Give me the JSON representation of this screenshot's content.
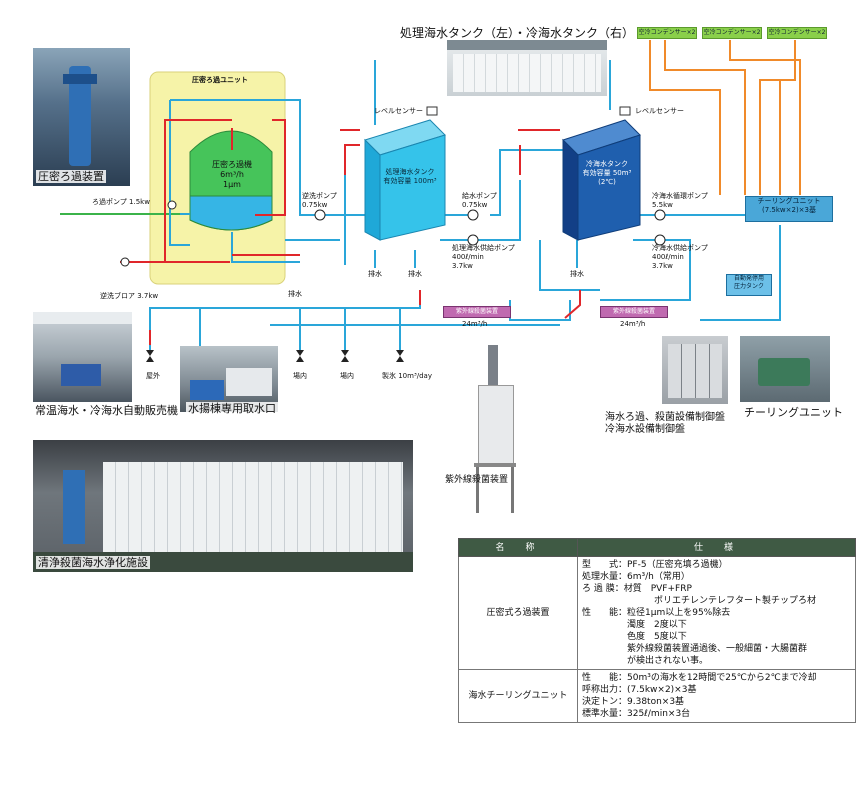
{
  "title": "処理海水タンク（左）・冷海水タンク（右）",
  "filter_unit": {
    "box_title": "圧密ろ過ユニット",
    "machine_label": "圧密ろ過機\n6m³/h\n1μm",
    "filter_pump": "ろ過ポンプ 1.5kw",
    "backwash_blower": "逆洗ブロア 3.7kw",
    "backwash_pump": "逆洗ポンプ\n0.75kw",
    "drain": "排水"
  },
  "treated_tank": {
    "label": "処理海水タンク\n有効容量 100m³",
    "level_sensor": "レベルセンサー",
    "feed_pump": "給水ポンプ\n0.75kw",
    "supply_pump": "処理海水供給ポンプ\n400ℓ/min\n3.7kw",
    "drain1": "排水",
    "drain2": "排水"
  },
  "cold_tank": {
    "label": "冷海水タンク\n有効容量 50m³\n(2℃)",
    "level_sensor": "レベルセンサー",
    "circ_pump": "冷海水循環ポンプ\n5.5kw",
    "supply_pump": "冷海水供給ポンプ\n400ℓ/min\n3.7kw",
    "drain": "排水"
  },
  "condensers": [
    "空冷コンデンサー×2",
    "空冷コンデンサー×2",
    "空冷コンデンサー×2"
  ],
  "chilling_unit": "チーリングユニット\n(7.5kw×2)×3基",
  "pressure_tank": "自動発停用\n圧力タンク",
  "uv_units": [
    {
      "label": "紫外線殺菌装置",
      "flow": "24m³/h"
    },
    {
      "label": "紫外線殺菌装置",
      "flow": "24m³/h"
    }
  ],
  "outlets": [
    "屋外",
    "場内",
    "場内",
    "製氷 10m³/day"
  ],
  "captions": {
    "filter_device": "圧密ろ過装置",
    "vending": "常温海水・冷海水自動販売機",
    "intake": "水揚棟専用取水口",
    "facility": "清浄殺菌海水浄化施設",
    "uv_device": "紫外線殺菌装置",
    "control_panel": "海水ろ過、殺菌設備制御盤\n冷海水設備制御盤",
    "chilling_photo": "チーリングユニット"
  },
  "spec_table": {
    "headers": [
      "名　称",
      "仕　様"
    ],
    "rows": [
      {
        "name": "圧密式ろ過装置",
        "lines": [
          "型　　式：PF-5（圧密充填ろ過機）",
          "処理水量：6m³/h（常用）",
          "ろ 過 膜：材質　PVF+FRP",
          "　　　　　　　　ポリエチレンテレフタート製チップろ材",
          "性　　能：粒径1μm以上を95%除去",
          "　　　　　濁度　2度以下",
          "　　　　　色度　5度以下",
          "　　　　　紫外線殺菌装置通過後、一般細菌・大腸菌群",
          "　　　　　が検出されない事。"
        ]
      },
      {
        "name": "海水チーリングユニット",
        "lines": [
          "性　　能：50m³の海水を12時間で25℃から2℃まで冷却",
          "呼称出力：(7.5kw×2)×3基",
          "決定トン：9.38ton×3基",
          "標準水量：325ℓ/min×3台"
        ]
      }
    ]
  },
  "colors": {
    "pipe": "#2aa6d9",
    "backwash_pipe": "#e0262a",
    "refrigerant_pipe": "#f08a2a",
    "filter_box": "#f6f3a8",
    "treated_tank": "#35c3ea",
    "cold_tank": "#1f5fae"
  }
}
